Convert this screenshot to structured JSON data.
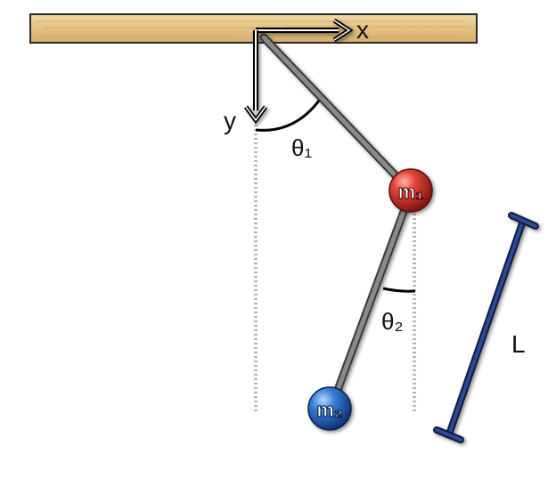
{
  "axes": {
    "x_label": "x",
    "y_label": "y"
  },
  "angles": {
    "theta1_label": "θ₁",
    "theta2_label": "θ₂"
  },
  "masses": {
    "m1_label": "m₁",
    "m2_label": "m₂"
  },
  "length": {
    "label": "L"
  },
  "colors": {
    "ceiling": "#e8c887",
    "ceiling_edge": "#2a2a2a",
    "rod": "#6f6f6f",
    "mass1": "#c8201e",
    "mass2": "#1f5fb8",
    "guide": "#b5b5b5",
    "length_bar": "#1b2f6b"
  }
}
